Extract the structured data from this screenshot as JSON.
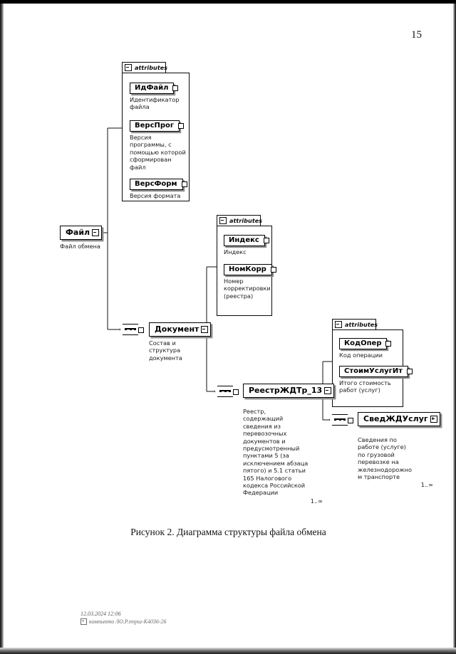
{
  "page": {
    "number": "15",
    "caption": "Рисунок 2. Диаграмма структуры файла обмена"
  },
  "footer": {
    "timestamp": "12.03.2024 12:06",
    "path": "компьюто /Ю.Р.ппрш-К4036-26",
    "glyph_icon": "document-icon"
  },
  "diagram": {
    "type": "xsd-structure-diagram",
    "attribute_panels": [
      {
        "id": "panel-file",
        "tab_label": "attributes",
        "tab_icon": "minus-box-icon",
        "attributes": [
          {
            "name": "ИдФайл",
            "description": "Идентификатор\nфайла"
          },
          {
            "name": "ВерсПрог",
            "description": "Версия\nпрограммы, с\nпомощью которой\nсформирован\nфайл"
          },
          {
            "name": "ВерсФорм",
            "description": "Версия формата"
          }
        ]
      },
      {
        "id": "panel-document",
        "tab_label": "attributes",
        "tab_icon": "minus-box-icon",
        "attributes": [
          {
            "name": "Индекс",
            "description": "Индекс"
          },
          {
            "name": "НомКорр",
            "description": "Номер\nкорректировки\n(реестра)"
          }
        ]
      },
      {
        "id": "panel-registry",
        "tab_label": "attributes",
        "tab_icon": "minus-box-icon",
        "attributes": [
          {
            "name": "КодОпер",
            "description": "Код операции"
          },
          {
            "name": "СтоимУслугИт",
            "description": "Итого стоимость\nработ (услуг)"
          }
        ]
      }
    ],
    "nodes": [
      {
        "id": "node-file",
        "name": "Файл",
        "description": "Файл обмена",
        "cardinality": "",
        "expander": "minus"
      },
      {
        "id": "node-document",
        "name": "Документ",
        "description": "Состав и\nструктура\nдокумента",
        "cardinality": "",
        "expander": "minus"
      },
      {
        "id": "node-registry",
        "name": "РеестрЖДТр_13",
        "description": "Реестр,\nсодержащий\nсведения из\nперевозочных\nдокументов и\nпредусмотренный\nпунктами 5 (за\nисключением абзаца\nпятого) и 5.1 статьи\n165 Налогового\nкодекса Российской\nФедерации",
        "cardinality": "1..∞",
        "expander": "minus"
      },
      {
        "id": "node-services",
        "name": "СведЖДУслуг",
        "description": "Сведения по\nработе (услуге)\nпо грузовой\nперевозке на\nжелезнодорожно\nм транспорте",
        "cardinality": "1..∞",
        "expander": "plus"
      }
    ],
    "compositors": [
      {
        "id": "seq-document",
        "kind": "sequence-icon"
      },
      {
        "id": "seq-registry",
        "kind": "sequence-icon"
      },
      {
        "id": "seq-services",
        "kind": "sequence-icon"
      }
    ]
  }
}
